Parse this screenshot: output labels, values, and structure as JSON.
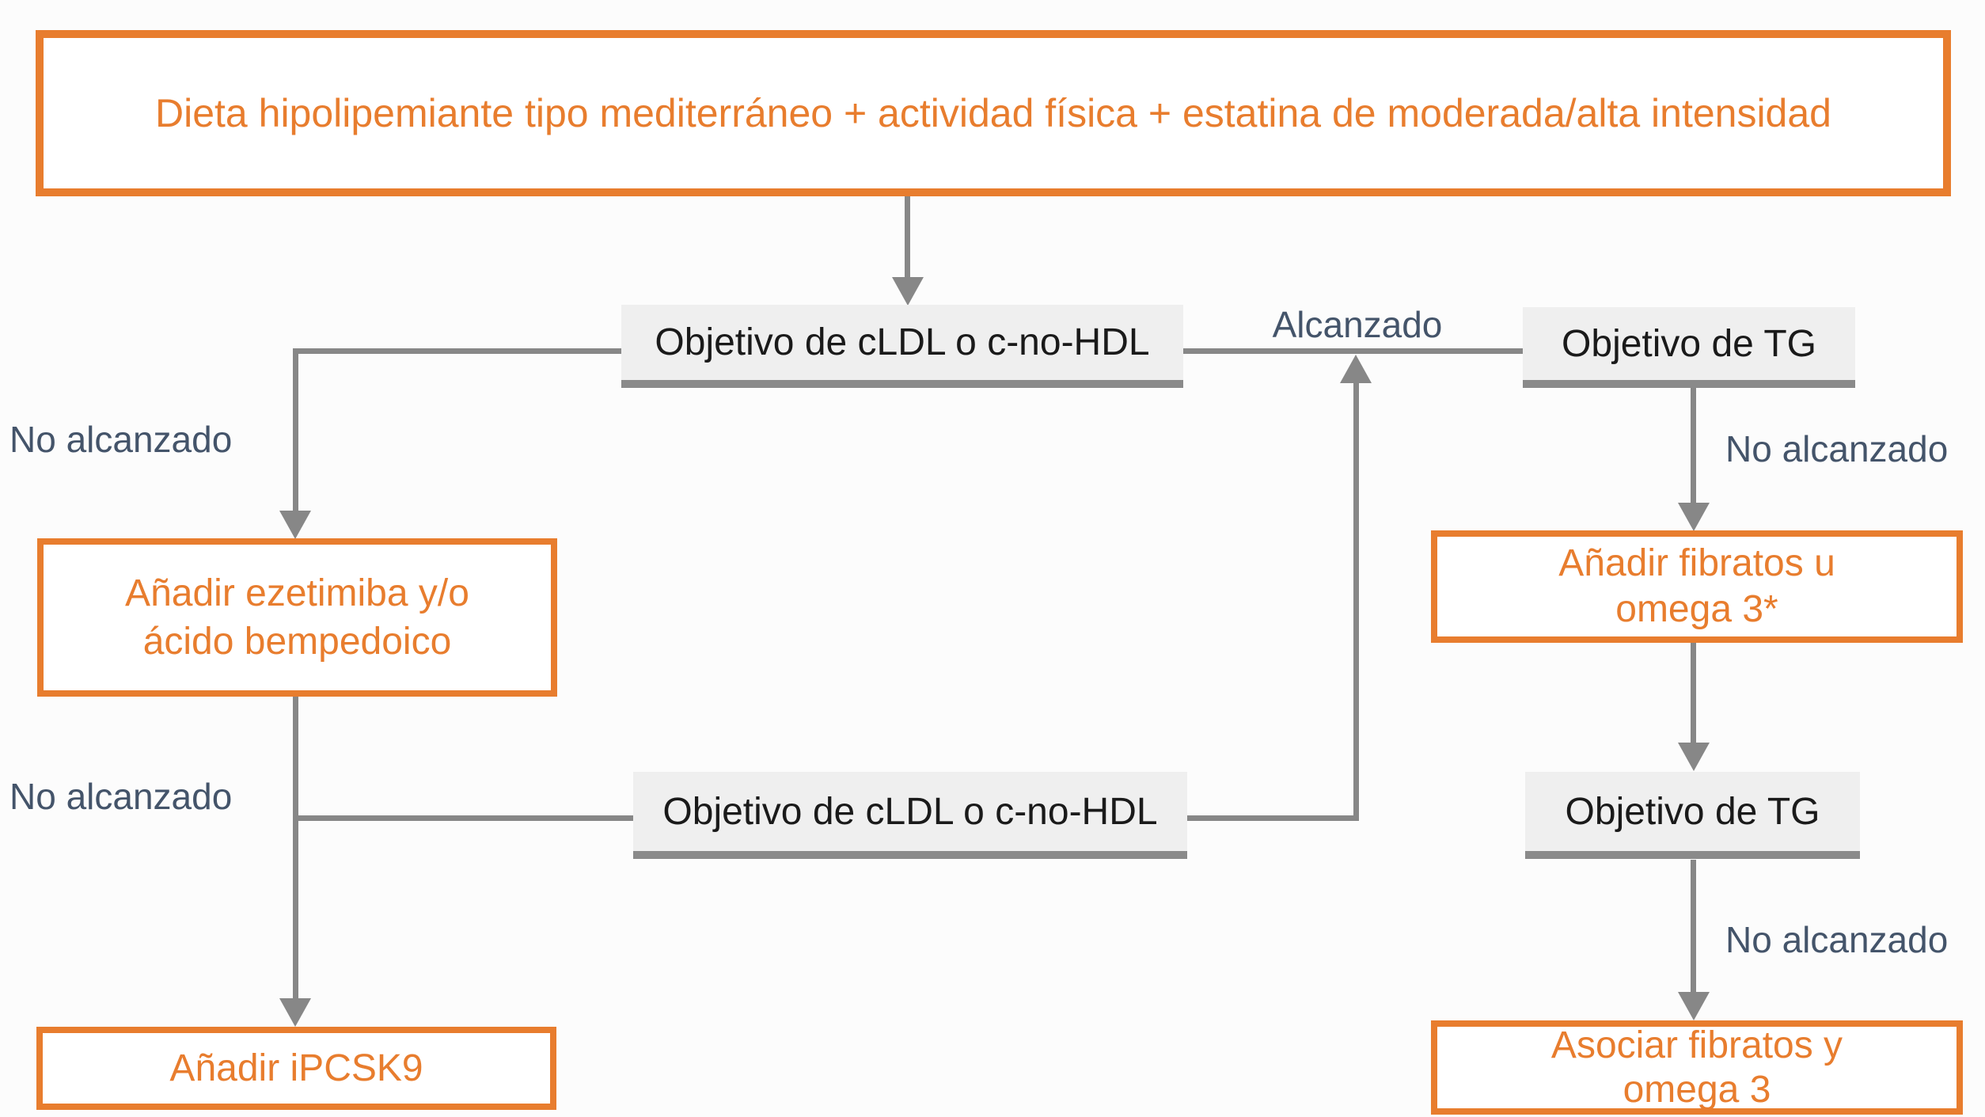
{
  "colors": {
    "orange": "#E87D2E",
    "line": "#878787",
    "slate": "#44546A",
    "gray_fill": "#EFEFEF",
    "gray_underline": "#8A8A8A",
    "ink": "#1A1A1A",
    "bg": "#FCFCFC",
    "white": "#FFFFFF"
  },
  "nodes": {
    "baseline": {
      "label": "Dieta hipolipemiante tipo mediterráneo + actividad física + estatina de moderada/alta intensidad"
    },
    "ldl_goal_1": {
      "label": "Objetivo de cLDL o c-no-HDL"
    },
    "ldl_goal_2": {
      "label": "Objetivo de cLDL o c-no-HDL"
    },
    "tg_goal_1": {
      "label": "Objetivo de TG"
    },
    "tg_goal_2": {
      "label": "Objetivo de TG"
    },
    "add_ezetimibe": {
      "label": "Añadir ezetimiba y/o\nácido bempedoico"
    },
    "add_ipcsk9": {
      "label": "Añadir iPCSK9"
    },
    "add_fibrates": {
      "label": "Añadir fibratos u\nomega 3*"
    },
    "combine_fibrates": {
      "label": "Asociar fibratos y\nomega 3"
    }
  },
  "edge_labels": {
    "achieved": "Alcanzado",
    "not_achieved_ldl_1": "No alcanzado",
    "not_achieved_ldl_2": "No alcanzado",
    "not_achieved_tg_1": "No alcanzado",
    "not_achieved_tg_2": "No alcanzado"
  }
}
